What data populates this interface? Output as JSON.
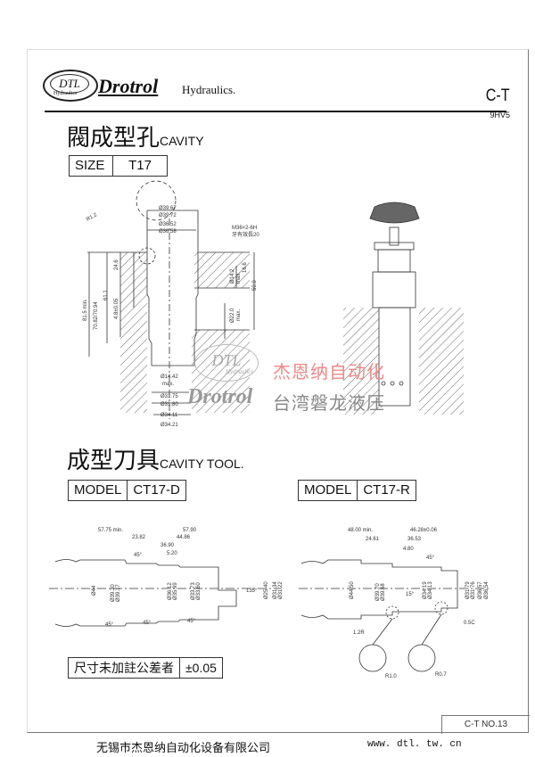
{
  "header": {
    "logo_text": "DTL",
    "logo_subtext": "Hydraulics",
    "brand": "Drotrol",
    "brand_suffix": "Hydraulics.",
    "code": "C-T",
    "subcode": "9HV5"
  },
  "cavity": {
    "title_cn": "閥成型孔",
    "title_en": "CAVITY",
    "size_label": "SIZE",
    "size_value": "T17",
    "dims": {
      "d1": "Ø39.67",
      "d2": "Ø39.72",
      "d3": "Ø36.52",
      "d4": "Ø36.58",
      "thread": "M36×2-6H",
      "thread_note": "牙有效長20",
      "r": "R1.2",
      "l1": "81.5 min.",
      "l2": "70.82/70.94",
      "l3": "61.1",
      "l4": "24.6",
      "l5": "4.8±0.05",
      "p1": "Ø14.2",
      "p1max": "max.",
      "p2": "16.6",
      "p3": "50.0",
      "p4": "Ø22.0",
      "p4max": "max.",
      "b1": "Ø14.42",
      "b1max": "max.",
      "b2": "Ø31.75",
      "b3": "Ø31.80",
      "b4": "Ø34.11",
      "b5": "Ø34.21"
    }
  },
  "watermark": {
    "logo_text": "DTL",
    "logo_subtext": "Hydraulics",
    "brand": "Drotrol",
    "cn_line1": "杰恩纳自动化",
    "cn_line2": "台湾磐龙液压"
  },
  "tool": {
    "title_cn": "成型刀具",
    "title_en": "CAVITY TOOL.",
    "model_label": "MODEL",
    "left_model": "CT17-D",
    "right_model": "CT17-R",
    "left_dims": {
      "a": "57.75 min.",
      "b": "57.90",
      "c": "23.82",
      "d": "44.86",
      "e": "36.90",
      "f": "5.20",
      "g": "45°",
      "h": "Ø44",
      "i": "Ø39.30",
      "j": "Ø39.17",
      "k": "Ø36.12",
      "l": "Ø35.99",
      "m": "Ø33.73",
      "n": "Ø33.60",
      "o": "135°",
      "p": "Ø25.40",
      "q": "Ø31.34",
      "r": "Ø31.22",
      "s": "45°",
      "t": "45°",
      "u": "45°"
    },
    "right_dims": {
      "a": "48.00 min.",
      "b": "46.28±0.06",
      "c": "24.61",
      "d": "36.53",
      "e": "4.80",
      "f": "45°",
      "g": "Ø44.50",
      "h": "Ø39.70",
      "i": "Ø39.68",
      "j": "Ø34.19",
      "k": "Ø34.13",
      "l": "15°",
      "m": "Ø31.79",
      "n": "Ø31.76",
      "o": "Ø36.57",
      "p": "Ø36.54",
      "q": "0.5C",
      "r": "1.2R",
      "s": "R1.0",
      "t": "R0.7"
    },
    "tolerance_label": "尺寸未加註公差者",
    "tolerance_value": "±0.05"
  },
  "footer": {
    "page_no": "C-T NO.13",
    "company": "无锡市杰恩纳自动化设备有限公司",
    "url": "www. dtl. tw. cn"
  }
}
